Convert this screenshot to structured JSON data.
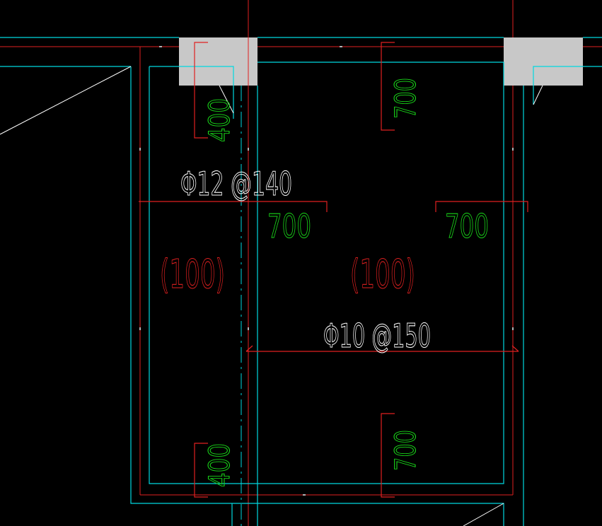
{
  "colors": {
    "background": "#000000",
    "wall": "#00d8e0",
    "rebar": "#e02020",
    "dimension_text": "#19d719",
    "rebar_text": "#ffffff",
    "thickness_text": "#e02020",
    "column_fill": "#c8c8c8",
    "axis": "#e02020",
    "dash": "#ffffff"
  },
  "labels": {
    "top_rebar": "Φ12 @140",
    "bottom_rebar": "Φ10 @150",
    "thickness_left": "(100)",
    "thickness_right": "(100)",
    "dim_left_top_vertical": "400",
    "dim_left_bottom_vertical": "400",
    "dim_mid_top_vertical": "700",
    "dim_mid_bottom_vertical": "700",
    "dim_center_horizontal": "700",
    "dim_right_horizontal": "700"
  }
}
